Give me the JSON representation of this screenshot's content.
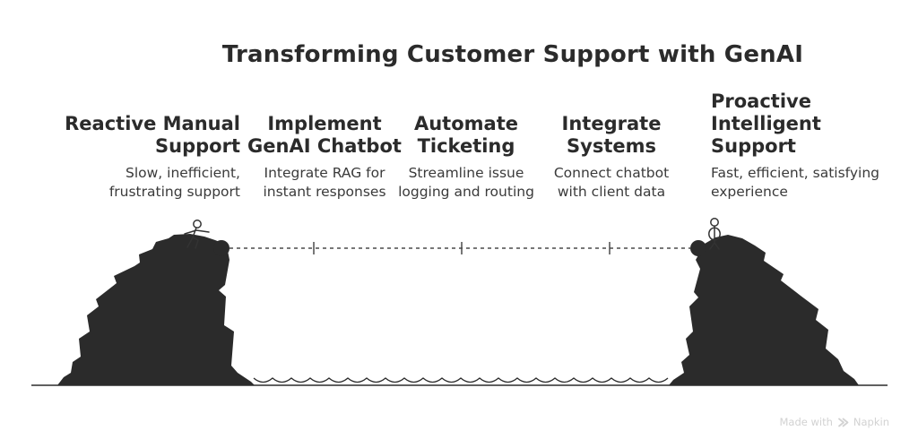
{
  "title": "Transforming Customer Support with GenAI",
  "steps": [
    {
      "heading": "Reactive Manual\nSupport",
      "description": "Slow, inefficient,\nfrustrating support"
    },
    {
      "heading": "Implement\nGenAI Chatbot",
      "description": "Integrate RAG for\ninstant responses"
    },
    {
      "heading": "Automate\nTicketing",
      "description": "Streamline issue\nlogging and routing"
    },
    {
      "heading": "Integrate\nSystems",
      "description": "Connect chatbot\nwith client data"
    },
    {
      "heading": "Proactive\nIntelligent\nSupport",
      "description": "Fast, efficient, satisfying\nexperience"
    }
  ],
  "illustration": {
    "left_figure": "stick person walking toward cliff edge",
    "right_figure": "stick person standing with arms akimbo",
    "bridge": "dotted line spanning chasm with 3 tick marks",
    "water": "wavy line between the two cliffs"
  },
  "watermark": {
    "prefix": "Made with",
    "brand": "Napkin"
  },
  "colors": {
    "ink": "#2b2b2b",
    "figure": "#333333",
    "bridge_line": "#4a4a4a",
    "heading_text": "#2b2b2b",
    "body_text": "#3a3a3a",
    "watermark_text": "#d2d2d2",
    "background": "#ffffff"
  }
}
